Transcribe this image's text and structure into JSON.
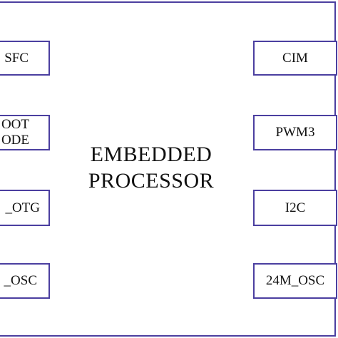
{
  "diagram": {
    "title_line1": "EMBEDDED",
    "title_line2": "PROCESSOR",
    "border_color": "#4b3fa0",
    "left_blocks": [
      {
        "label": "SFC"
      },
      {
        "label_line1": "OOT",
        "label_line2": "ODE"
      },
      {
        "label": "_OTG"
      },
      {
        "label": "_OSC"
      }
    ],
    "right_blocks": [
      {
        "label": "CIM"
      },
      {
        "label": "PWM3"
      },
      {
        "label": "I2C"
      },
      {
        "label": "24M_OSC"
      }
    ]
  }
}
